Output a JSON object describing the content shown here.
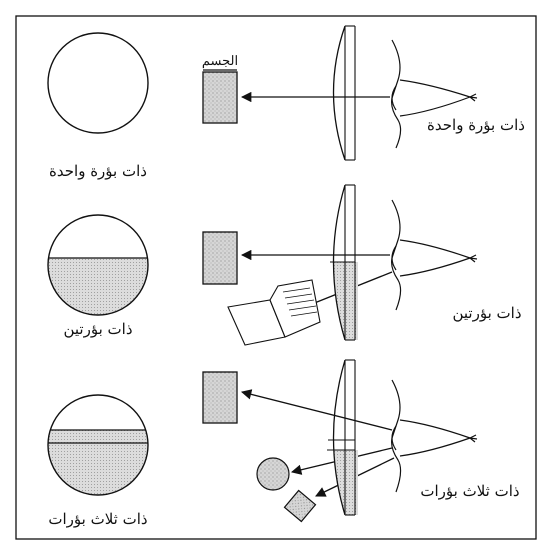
{
  "labels": {
    "object": "الجسم",
    "single_left": "ذات بؤرة واحدة",
    "single_right": "ذات بؤرة واحدة",
    "bifocal_left": "ذات بؤرتين",
    "bifocal_right": "ذات بؤرتين",
    "trifocal_left": "ذات ثلاث بؤرات",
    "trifocal_right": "ذات ثلاث بؤرات"
  },
  "colors": {
    "stroke": "#111111",
    "object_fill": "#c9c9c9",
    "segment_fill": "#d2d2d2",
    "background": "#ffffff"
  }
}
